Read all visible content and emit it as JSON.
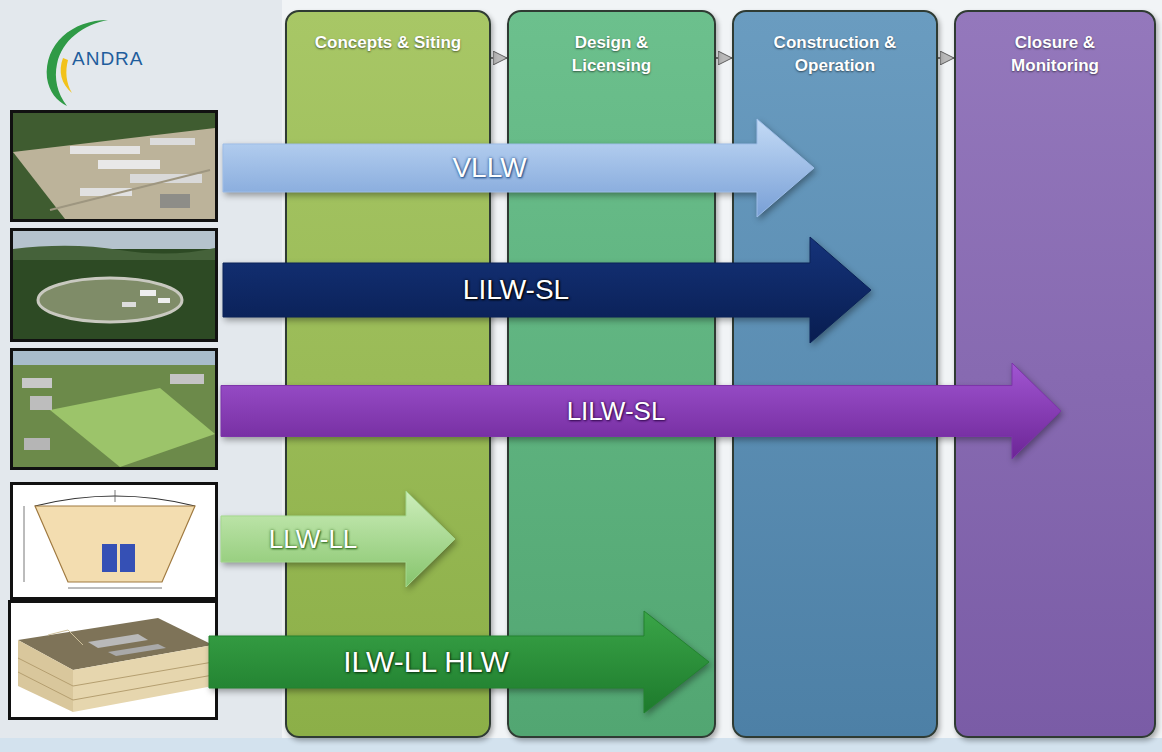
{
  "diagram": {
    "nodes": [
      {
        "text": [
          "Concepts & Siting"
        ]
      },
      {
        "text": [
          "Design & Licensing"
        ]
      },
      {
        "text": [
          "Construction & Operation"
        ]
      },
      {
        "text": [
          "Closure & Monitoring"
        ]
      },
      {
        "text": [
          "VLLW"
        ]
      },
      {
        "text": [
          "LILW-SL"
        ]
      },
      {
        "text": [
          "LILW-SL"
        ]
      },
      {
        "text": [
          "LLW-LL"
        ]
      },
      {
        "text": [
          "ILW-LL HLW"
        ]
      }
    ],
    "edges": [
      {
        "from": 0,
        "to": 1,
        "arrow": "to"
      },
      {
        "from": 1,
        "to": 2,
        "arrow": "to"
      },
      {
        "from": 2,
        "to": 3,
        "arrow": "to"
      }
    ],
    "labels": [
      "ANDRA"
    ]
  }
}
